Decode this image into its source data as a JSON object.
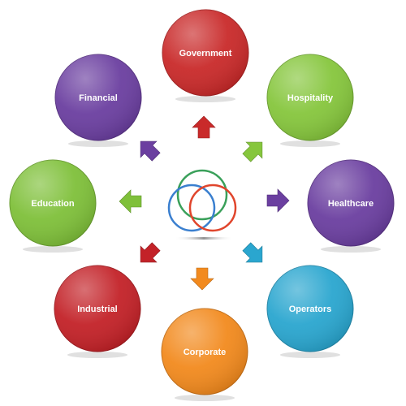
{
  "nodes": [
    {
      "key": "government",
      "label": "Government",
      "color": "#c92a2a"
    },
    {
      "key": "hospitality",
      "label": "Hospitality",
      "color": "#86c63d"
    },
    {
      "key": "healthcare",
      "label": "Healthcare",
      "color": "#6b3fa0"
    },
    {
      "key": "operators",
      "label": "Operators",
      "color": "#2aa6cf"
    },
    {
      "key": "corporate",
      "label": "Corporate",
      "color": "#f28a1e"
    },
    {
      "key": "industrial",
      "label": "Industrial",
      "color": "#c32228"
    },
    {
      "key": "education",
      "label": "Education",
      "color": "#7fc03a"
    },
    {
      "key": "financial",
      "label": "Financial",
      "color": "#6b3fa0"
    }
  ],
  "hub": {
    "icon": "interlocking-rings-icon",
    "ring_colors": [
      "#3aa05a",
      "#3a7fcf",
      "#e0452c"
    ]
  }
}
